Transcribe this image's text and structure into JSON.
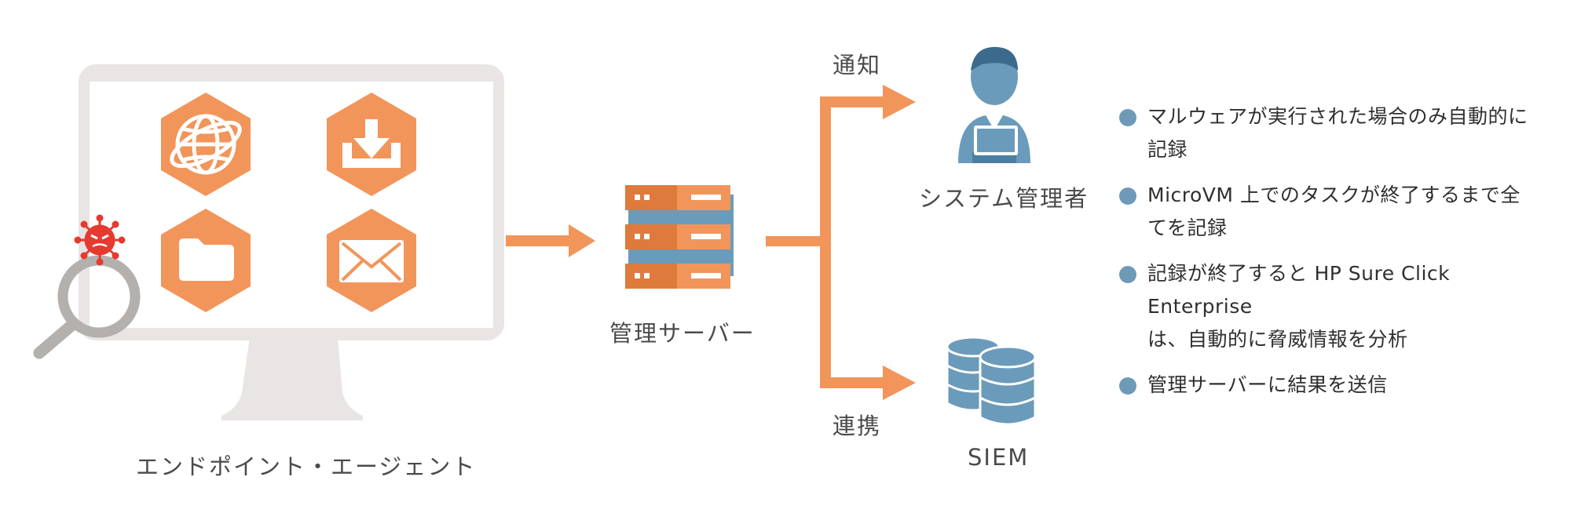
{
  "colors": {
    "accent_orange": "#f2955a",
    "server_dark_orange": "#de7a3c",
    "steel_blue": "#6b9bbb",
    "monitor_gray": "#e5e2e1",
    "magnifier_gray": "#b3b0ad",
    "virus_red": "#e53a2f",
    "bullet_blue": "#6e9ab8"
  },
  "icons": {
    "endpoint_tiles": [
      "globe-icon",
      "download-icon",
      "folder-icon",
      "mail-icon"
    ],
    "threat": "virus-icon",
    "inspect": "magnifier-icon",
    "server": "server-icon",
    "admin": "administrator-icon",
    "siem": "database-icon"
  },
  "labels": {
    "endpoint": "エンドポイント・エージェント",
    "server": "管理サーバー",
    "notify": "通知",
    "integrate": "連携",
    "admin": "システム管理者",
    "siem": "SIEM"
  },
  "bullets": [
    {
      "line1": "マルウェアが実行された場合のみ自動的に",
      "line2": "記録"
    },
    {
      "line1": "MicroVM 上でのタスクが終了するまで全",
      "line2": "てを記録"
    },
    {
      "line1": "記録が終了すると HP Sure Click Enterprise",
      "line2": "は、自動的に脅威情報を分析"
    },
    {
      "line1": "管理サーバーに結果を送信",
      "line2": ""
    }
  ]
}
